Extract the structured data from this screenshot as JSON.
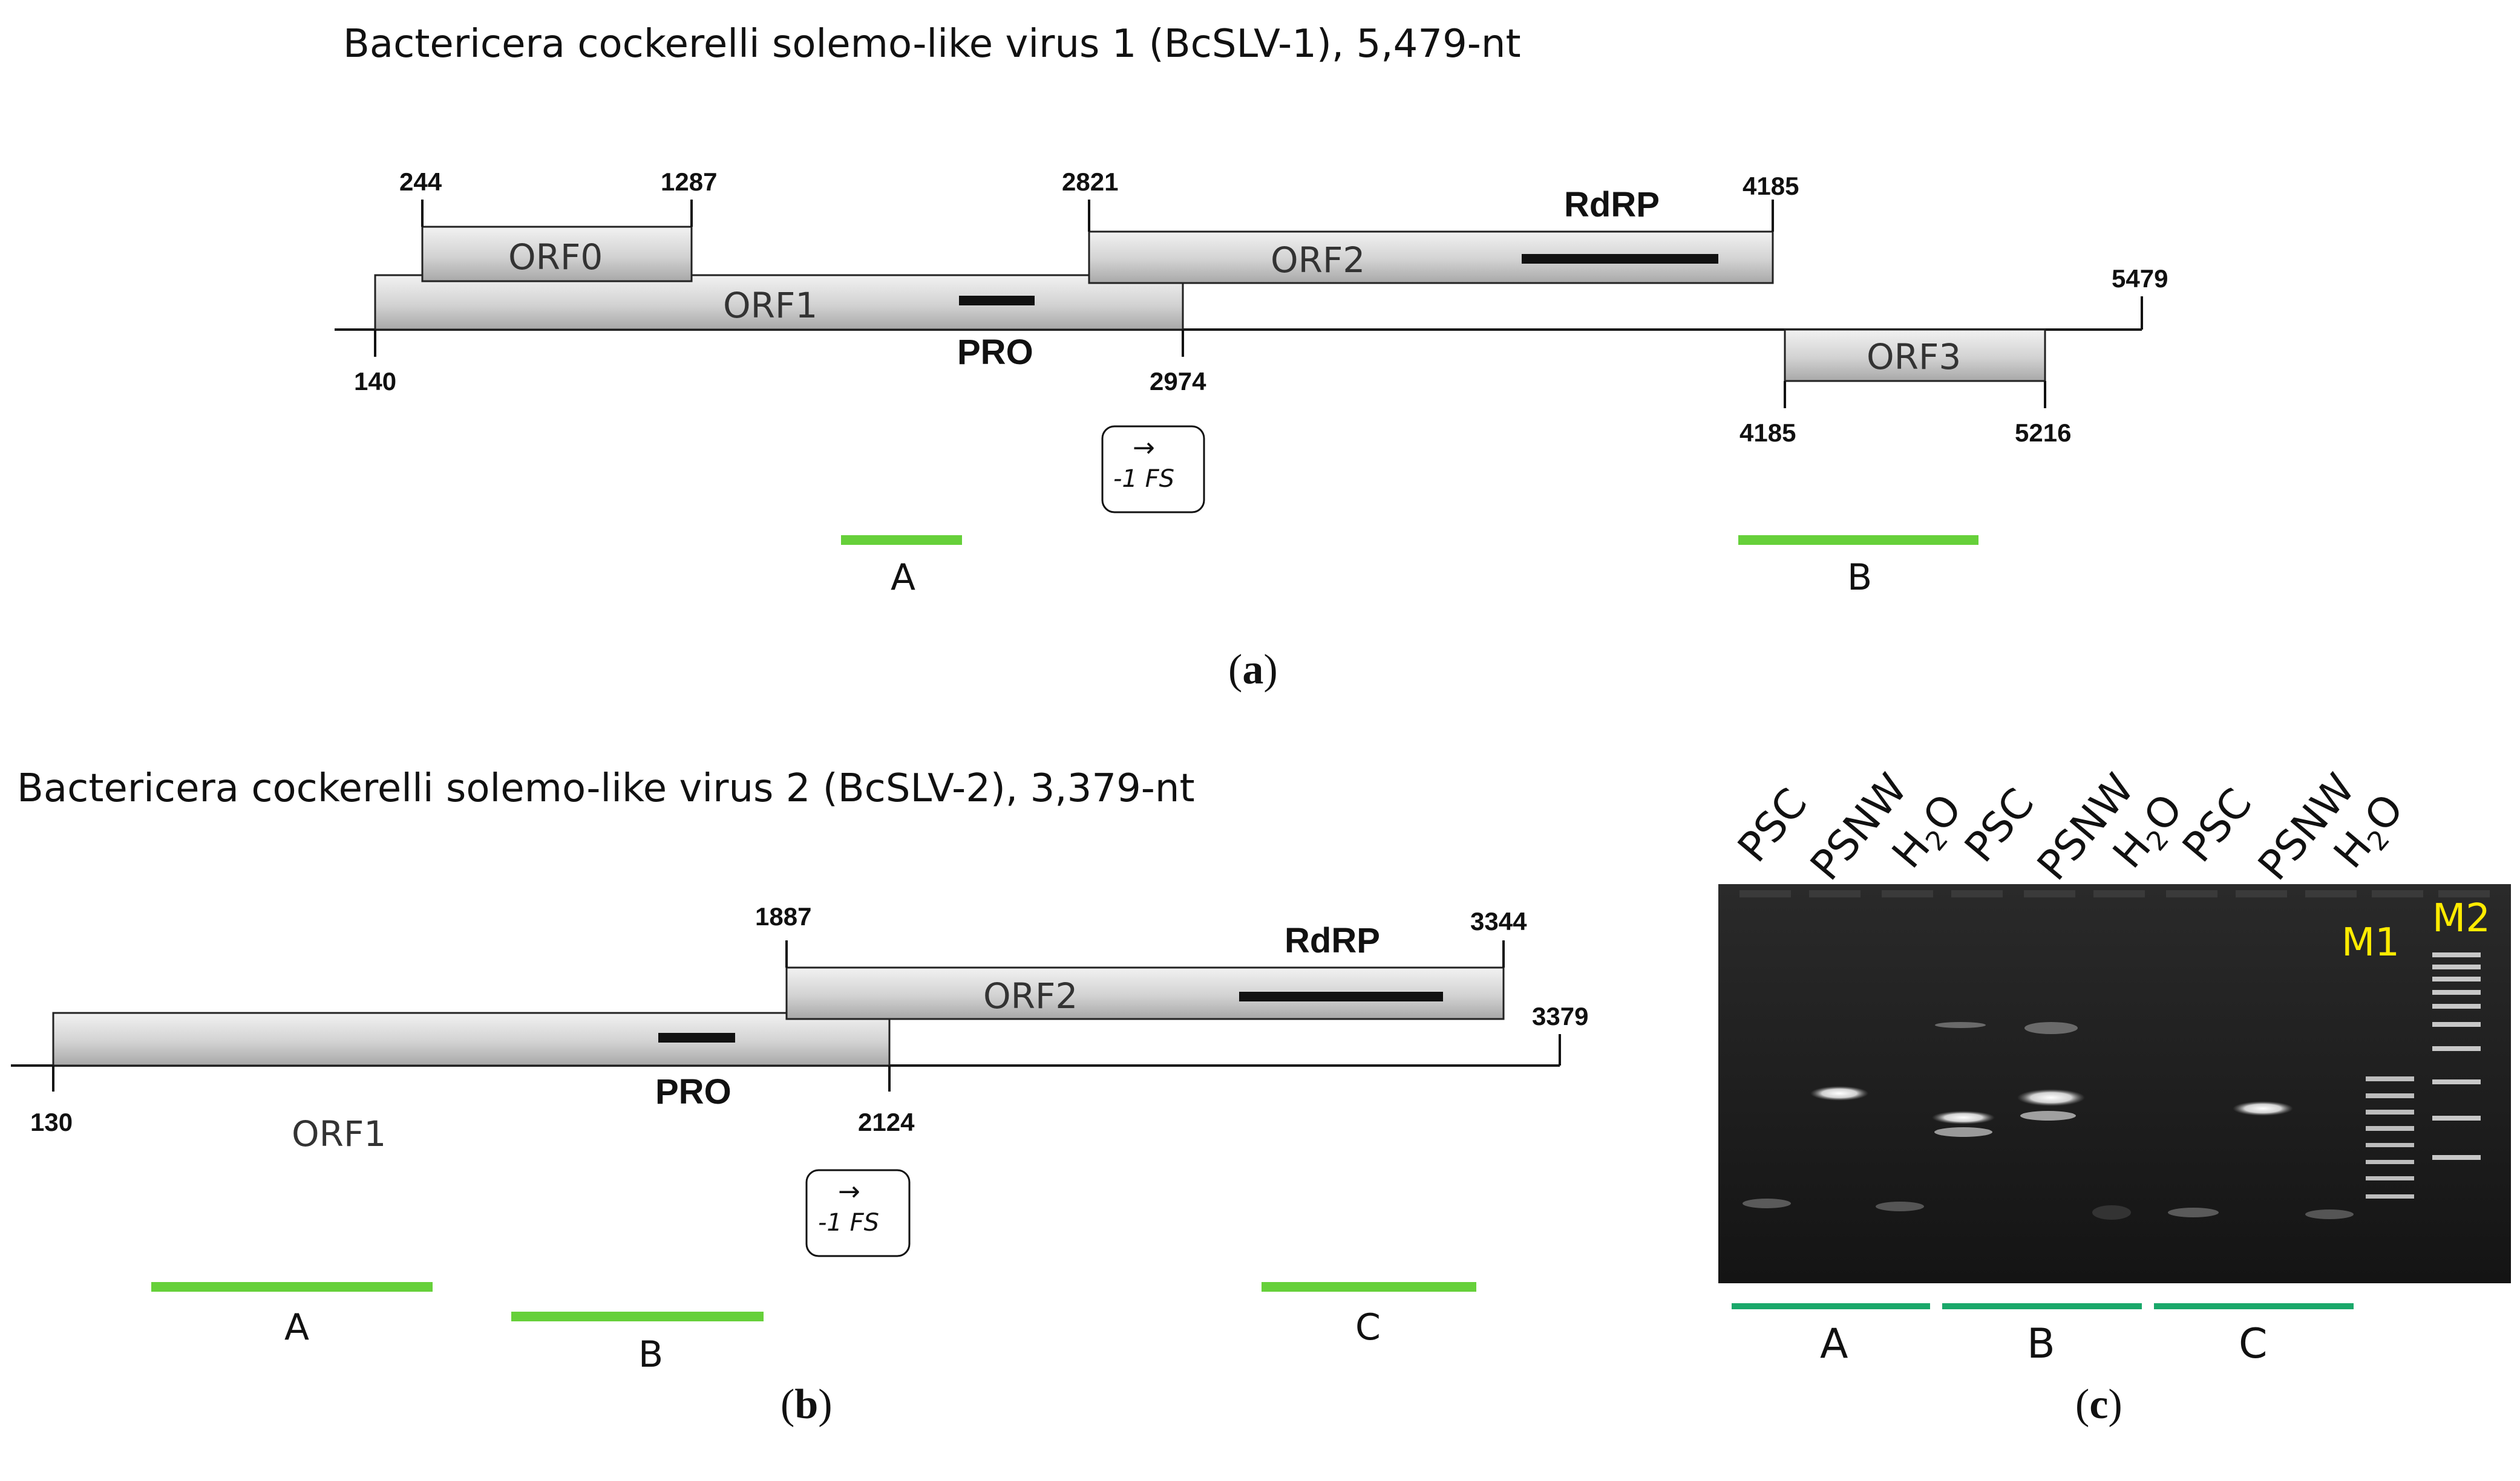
{
  "panel_a": {
    "title": "Bactericera cockerelli solemo-like virus 1 (BcSLV-1), 5,479-nt",
    "orfs": [
      {
        "name": "ORF0",
        "start": "244",
        "end": "1287"
      },
      {
        "name": "ORF1",
        "start": "140",
        "end": "2974"
      },
      {
        "name": "ORF2",
        "start": "2821",
        "end": "4185"
      },
      {
        "name": "ORF3",
        "start": "4185",
        "end": "5216"
      }
    ],
    "genome_end": "5479",
    "domains": {
      "rdrp": "RdRP",
      "pro": "PRO"
    },
    "frameshift": {
      "arrow": "→",
      "label": "-1 FS"
    },
    "amplicons": [
      "A",
      "B"
    ],
    "letter": "a"
  },
  "panel_b": {
    "title": "Bactericera cockerelli solemo-like virus 2 (BcSLV-2), 3,379-nt",
    "orfs": [
      {
        "name": "ORF1",
        "start": "130",
        "end": "2124"
      },
      {
        "name": "ORF2",
        "start": "1887",
        "end": "3344"
      }
    ],
    "genome_end": "3379",
    "domains": {
      "rdrp": "RdRP",
      "pro": "PRO"
    },
    "frameshift": {
      "arrow": "→",
      "label": "-1 FS"
    },
    "amplicons": [
      "A",
      "B",
      "C"
    ],
    "letter": "b"
  },
  "panel_c": {
    "lane_labels": [
      "PSC",
      "PSNW",
      "H",
      "PSC",
      "PSNW",
      "H",
      "PSC",
      "PSNW",
      "H"
    ],
    "water_subscript": "2",
    "water_tail": "O",
    "markers": [
      "M1",
      "M2"
    ],
    "groups": [
      "A",
      "B",
      "C"
    ],
    "letter": "c"
  },
  "colors": {
    "amplicon_green": "#66d03a",
    "gel_underline": "#1aa86a",
    "marker_label": "#ffeb00",
    "gel_background": "#1e1e1e"
  }
}
